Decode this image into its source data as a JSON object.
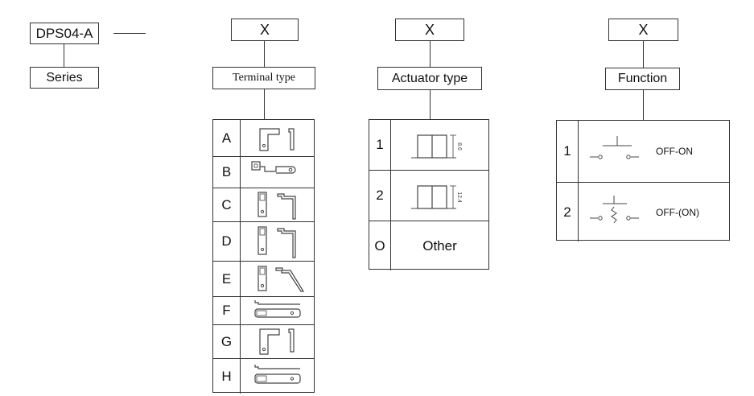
{
  "model": {
    "code": "DPS04-A",
    "label": "Series",
    "dash": "——"
  },
  "columns": {
    "terminal": {
      "placeholder": "X",
      "label": "Terminal type",
      "options": [
        {
          "code": "A",
          "icon": "terminal-a-icon"
        },
        {
          "code": "B",
          "icon": "terminal-b-icon"
        },
        {
          "code": "C",
          "icon": "terminal-c-icon"
        },
        {
          "code": "D",
          "icon": "terminal-d-icon"
        },
        {
          "code": "E",
          "icon": "terminal-e-icon"
        },
        {
          "code": "F",
          "icon": "terminal-f-icon"
        },
        {
          "code": "G",
          "icon": "terminal-g-icon"
        },
        {
          "code": "H",
          "icon": "terminal-h-icon"
        }
      ]
    },
    "actuator": {
      "placeholder": "X",
      "label": "Actuator type",
      "options": [
        {
          "code": "1",
          "dimension": "8.6"
        },
        {
          "code": "2",
          "dimension": "12.4"
        },
        {
          "code": "O",
          "text": "Other"
        }
      ]
    },
    "function": {
      "placeholder": "X",
      "label": "Function",
      "options": [
        {
          "code": "1",
          "text": "OFF-ON",
          "icon": "switch-off-on-icon"
        },
        {
          "code": "2",
          "text": "OFF-(ON)",
          "icon": "switch-momentary-icon"
        }
      ]
    }
  }
}
